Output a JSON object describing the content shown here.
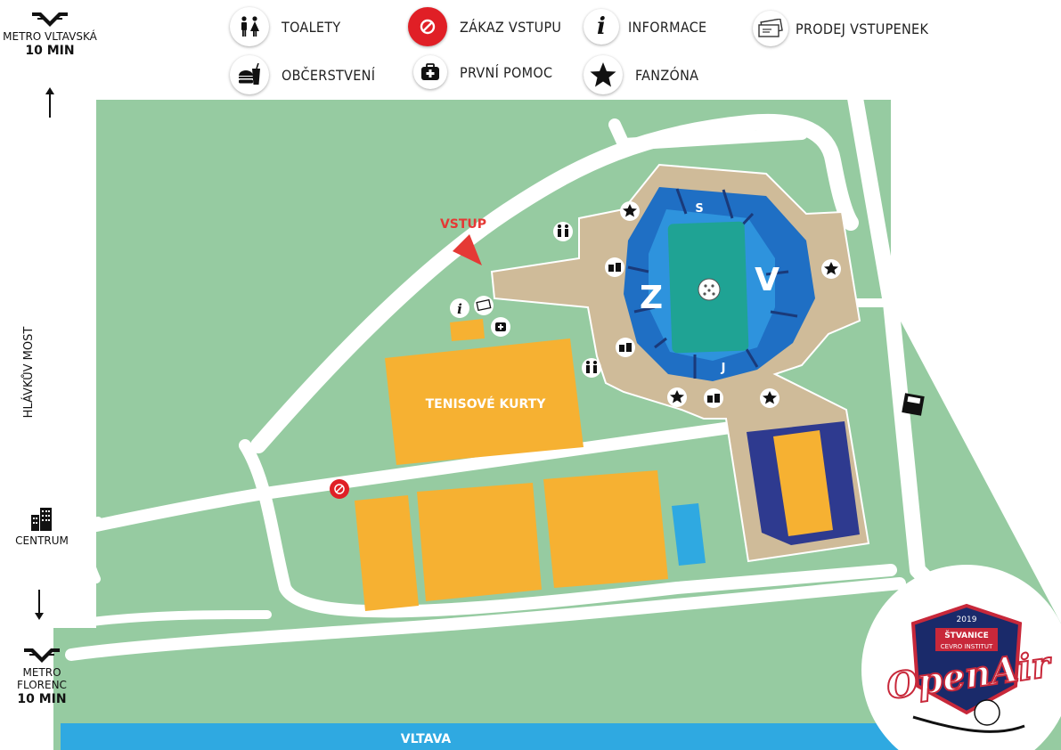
{
  "legend": {
    "toilets": "TOALETY",
    "no_entry": "ZÁKAZ VSTUPU",
    "info": "INFORMACE",
    "tickets": "PRODEJ VSTUPENEK",
    "refreshments": "OBČERSTVENÍ",
    "first_aid": "PRVNÍ POMOC",
    "fanzone": "FANZÓNA"
  },
  "side": {
    "metro_top_line1": "METRO VLTAVSKÁ",
    "metro_top_line2": "10 MIN",
    "bridge": "HLÁVKŮV MOST",
    "centrum": "CENTRUM",
    "metro_bottom_line1": "METRO FLORENC",
    "metro_bottom_line2": "10 MIN"
  },
  "map": {
    "entrance": "VSTUP",
    "tennis": "TENISOVÉ KURTY",
    "river": "VLTAVA",
    "stand_north": "S",
    "stand_south": "J",
    "stand_west": "Z",
    "stand_east": "V"
  },
  "logo": {
    "year": "2019",
    "venue": "ŠTVANICE",
    "sponsor": "CEVRO INSTITUT",
    "title": "OpenAir"
  },
  "colors": {
    "grass": "#96cba1",
    "road": "#ffffff",
    "plaza": "#cfbb99",
    "stand_blue": "#1f6fc4",
    "stand_light": "#2e93dd",
    "pitch": "#1fa394",
    "court": "#f6b132",
    "track": "#2e3a8f",
    "river": "#2fa9e1",
    "no_entry_red": "#e01f26",
    "entrance_red": "#e53935"
  }
}
